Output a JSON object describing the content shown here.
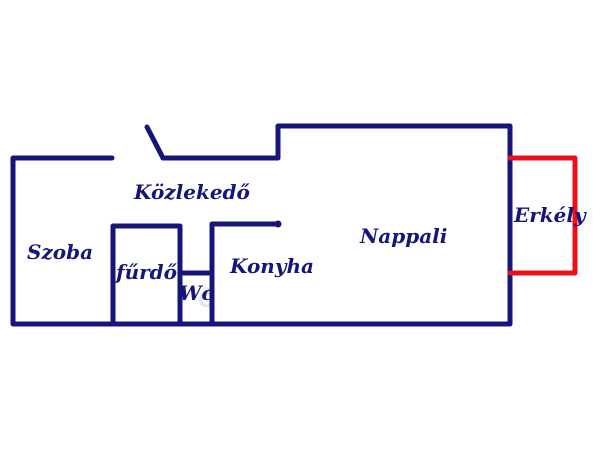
{
  "plan": {
    "colors": {
      "wall": "#15157a",
      "balcony": "#e8101a",
      "label": "#15157a",
      "background": "#ffffff",
      "watermark": "#e6e6ee"
    },
    "rooms": {
      "kozlekedo": "Közlekedő",
      "szoba": "Szoba",
      "furdo": "fűrdő",
      "wc": "Wc",
      "konyha": "Konyha",
      "nappali": "Nappali",
      "erkely": "Erkély"
    },
    "watermark": "Ö"
  }
}
